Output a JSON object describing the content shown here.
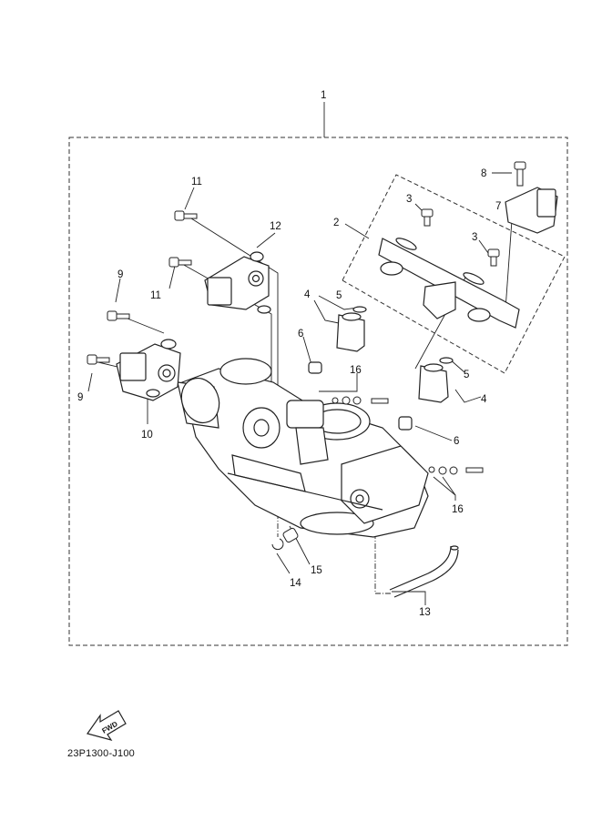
{
  "diagram_code": "23P1300-J100",
  "fwd_label": "FWD",
  "callouts": {
    "c1": "1",
    "c2": "2",
    "c3a": "3",
    "c3b": "3",
    "c4a": "4",
    "c4b": "4",
    "c5a": "5",
    "c5b": "5",
    "c6a": "6",
    "c6b": "6",
    "c7": "7",
    "c8": "8",
    "c9a": "9",
    "c9b": "9",
    "c10": "10",
    "c11a": "11",
    "c11b": "11",
    "c12": "12",
    "c13": "13",
    "c14": "14",
    "c15": "15",
    "c16a": "16",
    "c16b": "16"
  }
}
